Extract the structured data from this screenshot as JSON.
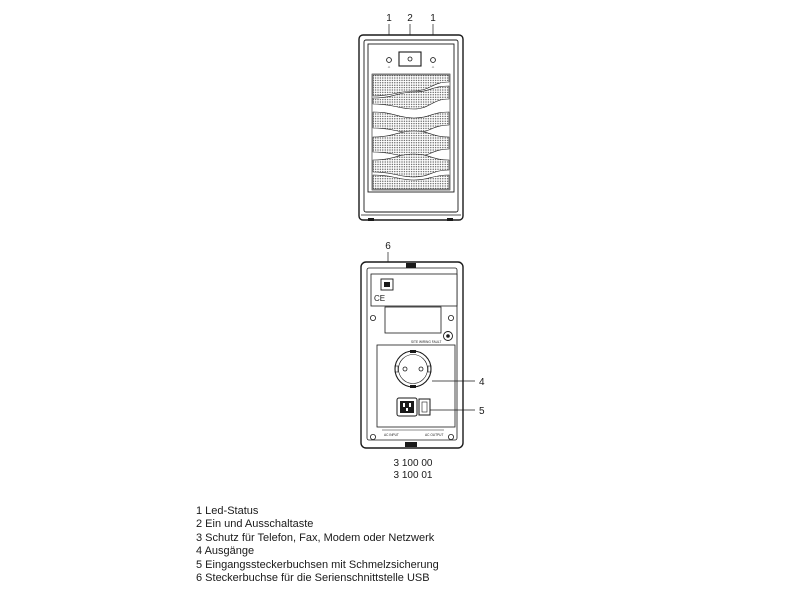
{
  "callouts": {
    "led_left": "1",
    "power_button": "2",
    "led_right": "1",
    "usb_port": "6",
    "outputs": "4",
    "inputs": "5"
  },
  "rear_labels": {
    "ce_mark": "CE",
    "site_wiring_fault": "SITE WIRING FAULT",
    "ac_input": "AC INPUT",
    "ac_output": "AC OUTPUT"
  },
  "model_codes": [
    "3 100 00",
    "3 100 01"
  ],
  "legend": [
    "1 Led-Status",
    "2  Ein und Ausschaltaste",
    "3 Schutz für Telefon, Fax, Modem oder Netzwerk",
    "4 Ausgänge",
    "5 Eingangssteckerbuchsen mit Schmelzsicherung",
    "6 Steckerbuchse für die Serienschnittstelle USB"
  ]
}
